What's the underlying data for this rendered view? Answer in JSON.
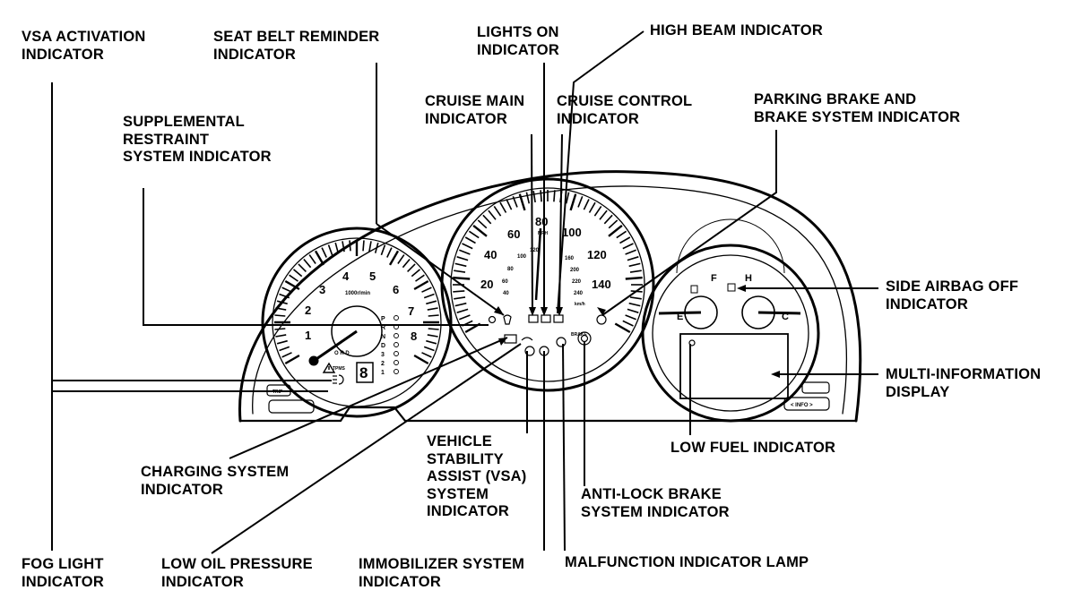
{
  "labels": {
    "vsa_activation": "VSA ACTIVATION\nINDICATOR",
    "seat_belt": "SEAT BELT REMINDER\nINDICATOR",
    "lights_on": "LIGHTS ON\nINDICATOR",
    "high_beam": "HIGH BEAM INDICATOR",
    "srs": "SUPPLEMENTAL\nRESTRAINT\nSYSTEM INDICATOR",
    "cruise_main": "CRUISE MAIN\nINDICATOR",
    "cruise_control": "CRUISE CONTROL\nINDICATOR",
    "parking_brake": "PARKING BRAKE AND\nBRAKE SYSTEM INDICATOR",
    "side_airbag_off": "SIDE AIRBAG OFF\nINDICATOR",
    "multi_info": "MULTI-INFORMATION\nDISPLAY",
    "low_fuel": "LOW FUEL INDICATOR",
    "vsa_system": "VEHICLE\nSTABILITY\nASSIST (VSA)\nSYSTEM\nINDICATOR",
    "charging": "CHARGING SYSTEM\nINDICATOR",
    "abs": "ANTI-LOCK BRAKE\nSYSTEM INDICATOR",
    "fog_light": "FOG LIGHT\nINDICATOR",
    "low_oil": "LOW OIL PRESSURE\nINDICATOR",
    "immobilizer": "IMMOBILIZER SYSTEM\nINDICATOR",
    "mil": "MALFUNCTION INDICATOR LAMP"
  },
  "tachometer": {
    "numbers": [
      "1",
      "2",
      "3",
      "4",
      "5",
      "6",
      "7",
      "8"
    ],
    "unit": "1000r/min",
    "gears": [
      "P",
      "R",
      "N",
      "D",
      "3",
      "2",
      "1"
    ],
    "gear_right": [
      "D",
      "3",
      "2",
      "1"
    ],
    "gear_bottom": "O R D",
    "odo_digit": "8",
    "tpms_text": "TPMS"
  },
  "speedometer": {
    "mph": [
      "20",
      "40",
      "60",
      "80",
      "100",
      "120",
      "140"
    ],
    "kmh": [
      "40",
      "60",
      "80",
      "100",
      "120",
      "160",
      "200",
      "220",
      "240"
    ],
    "unit_mph": "MPH",
    "unit_kmh": "km/h",
    "brake_text": "BRAKE"
  },
  "fuel_temp": {
    "fuel_full": "F",
    "fuel_empty": "E",
    "temp_hot": "H",
    "temp_cold": "C"
  },
  "buttons": {
    "trip": "TRIP",
    "info": "< INFO >"
  },
  "colors": {
    "ink": "#000000",
    "background": "#ffffff"
  }
}
